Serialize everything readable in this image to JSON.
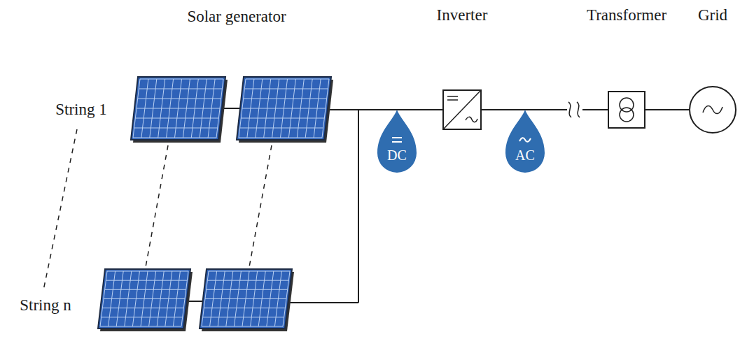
{
  "diagram": {
    "nodes": [
      {
        "text": [
          "Inverter"
        ]
      },
      {
        "text": [
          "Transformer"
        ]
      },
      {
        "text": [
          "Grid"
        ]
      },
      {
        "text": [
          "DC"
        ]
      },
      {
        "text": [
          "AC"
        ]
      }
    ],
    "edges": [
      {
        "from": 0,
        "to": 1,
        "arrow": "none"
      },
      {
        "from": 1,
        "to": 2,
        "arrow": "none"
      }
    ],
    "labels": [
      "Solar generator",
      "String 1",
      "String n"
    ]
  }
}
